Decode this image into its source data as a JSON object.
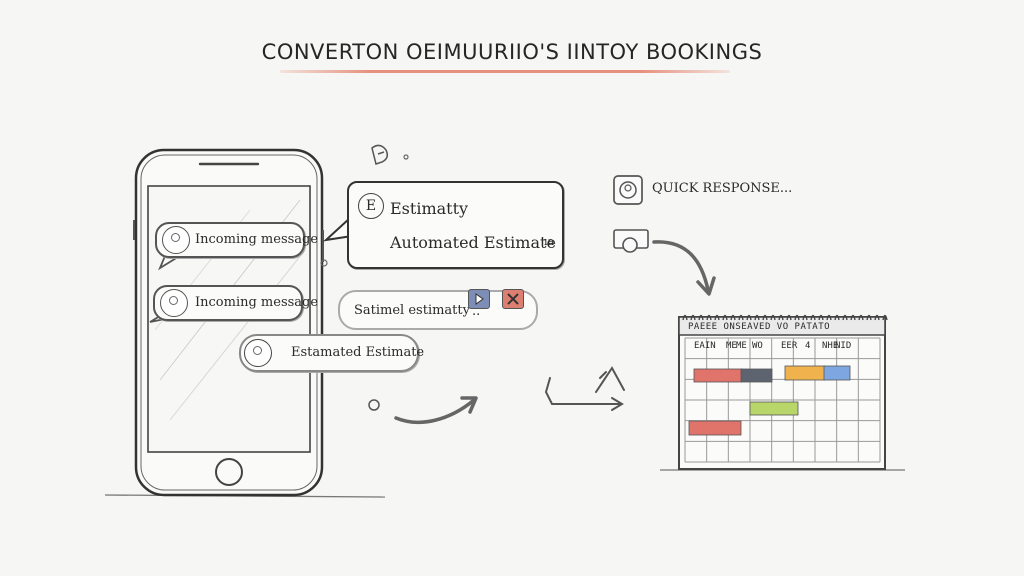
{
  "title": "CONVERTON OEIMUURIIO'S IINTOY BOOKINGS",
  "phone": {
    "messages": [
      {
        "label": "Incoming message"
      },
      {
        "label": "Incoming message"
      }
    ],
    "estimate_chip": "Estamated Estimate"
  },
  "estimate_card": {
    "icon_label": "E",
    "title": "Estimatty",
    "subtitle": "Automated Estimate",
    "suffix": "ıa"
  },
  "estimated_bar": {
    "label": "Satimel estimatty",
    "ellipsis": ".."
  },
  "quick_response": {
    "label": "QUICK RESPONSE..."
  },
  "calendar": {
    "header_row1": "PAEEE  ONSEAVED  VO  PATATO",
    "days": [
      "EAIN",
      "ME",
      "ME",
      "WO",
      "EER",
      "4",
      "NHE",
      "NID"
    ],
    "events": [
      {
        "color": "#e0736a"
      },
      {
        "color": "#5d6470"
      },
      {
        "color": "#f0b24d"
      },
      {
        "color": "#7ea6e0"
      },
      {
        "color": "#b8d66a"
      },
      {
        "color": "#e0736a"
      }
    ]
  }
}
